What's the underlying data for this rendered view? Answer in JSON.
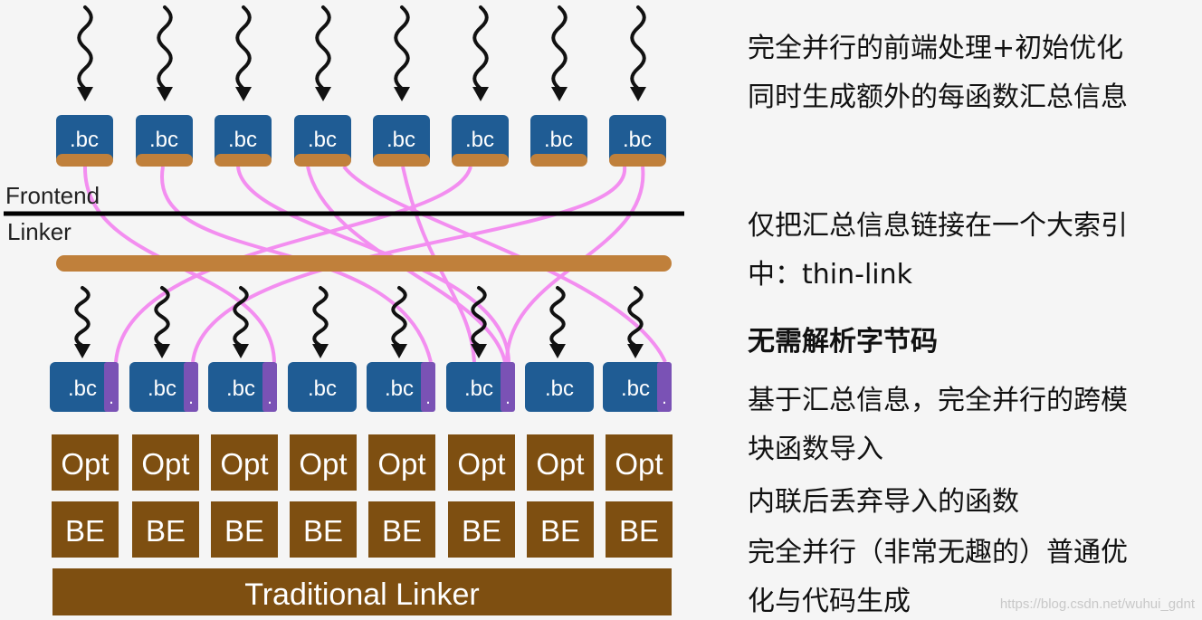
{
  "module_label": ".bc",
  "summary_marker": ".",
  "stage_labels": {
    "frontend": "Frontend",
    "linker": "Linker"
  },
  "opt_label": "Opt",
  "be_label": "BE",
  "traditional_linker": "Traditional Linker",
  "description_lines": [
    {
      "text": "完全并行的前端处理+初始优化",
      "bold": false
    },
    {
      "text": "同时生成额外的每函数汇总信息",
      "bold": false
    },
    {
      "text": "仅把汇总信息链接在一个大索引",
      "bold": false
    },
    {
      "text": "中：thin-link",
      "bold": false
    },
    {
      "text": "无需解析字节码",
      "bold": true
    },
    {
      "text": "基于汇总信息，完全并行的跨模",
      "bold": false
    },
    {
      "text": "块函数导入",
      "bold": false
    },
    {
      "text": "内联后丢弃导入的函数",
      "bold": false
    },
    {
      "text": "完全并行（非常无趣的）普通优",
      "bold": false
    },
    {
      "text": "化与代码生成",
      "bold": false
    }
  ],
  "watermark": "https://blog.csdn.net/wuhui_gdnt",
  "colors": {
    "module_blue": "#1f5c94",
    "summary_tan": "#c0803b",
    "summary_purple": "#7a52b5",
    "link_pink": "#f38ef0",
    "stage_brown": "#7e4f11",
    "arrow": "#111111"
  }
}
